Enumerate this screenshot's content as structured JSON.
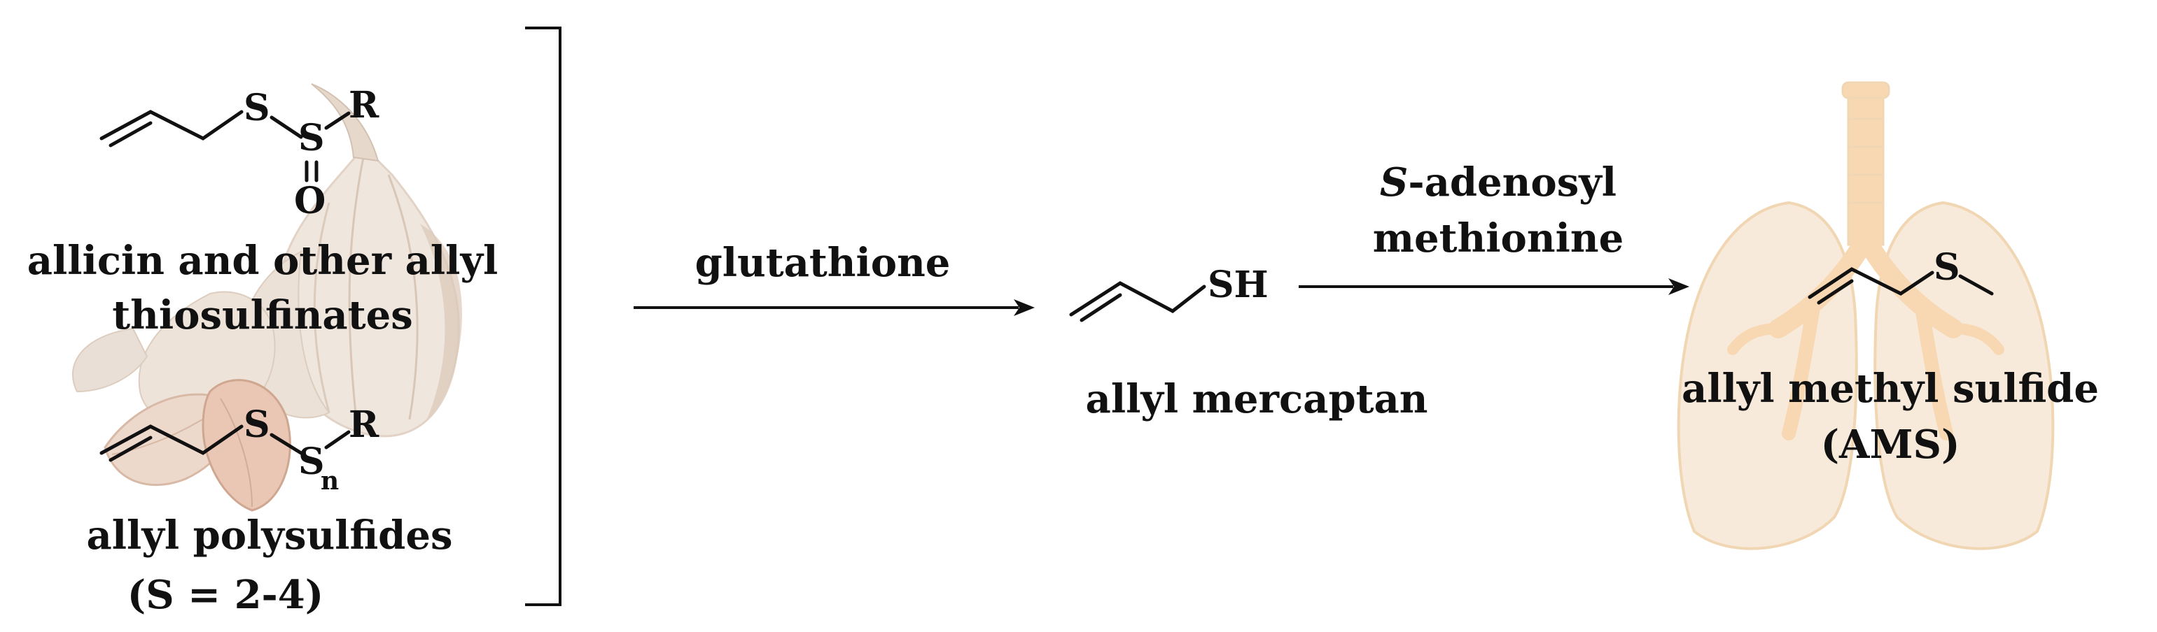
{
  "compounds": {
    "allicin": {
      "name_line1": "allicin and other allyl",
      "name_line2": "thiosulfinates",
      "atoms": {
        "s1": "S",
        "s2": "S",
        "r": "R",
        "o": "O"
      }
    },
    "polysulfide": {
      "name_line1": "allyl polysulfides",
      "name_line2": "(S = 2-4)",
      "atoms": {
        "s1": "S",
        "s2": "S",
        "n": "n",
        "r": "R"
      }
    },
    "mercaptan": {
      "name": "allyl mercaptan",
      "atoms": {
        "sh": "SH"
      }
    },
    "ams": {
      "name_line1": "allyl methyl sulfide",
      "name_line2": "(AMS)",
      "atoms": {
        "s": "S"
      }
    }
  },
  "reagents": {
    "step1": "glutathione",
    "step2_italic": "S",
    "step2_rest": "-adenosyl",
    "step2_line2": "methionine"
  },
  "colors": {
    "text": "#111111",
    "garlic_skin": "#efe6de",
    "garlic_shadow": "#cdb9a9",
    "garlic_clove": "#e9c7b4",
    "lung": "#f7e7d4",
    "lung_edge": "#efcfa6",
    "trachea": "#f6d2a6"
  },
  "icons": [
    "garlic-bulb-icon",
    "garlic-clove-icon",
    "lungs-icon"
  ]
}
